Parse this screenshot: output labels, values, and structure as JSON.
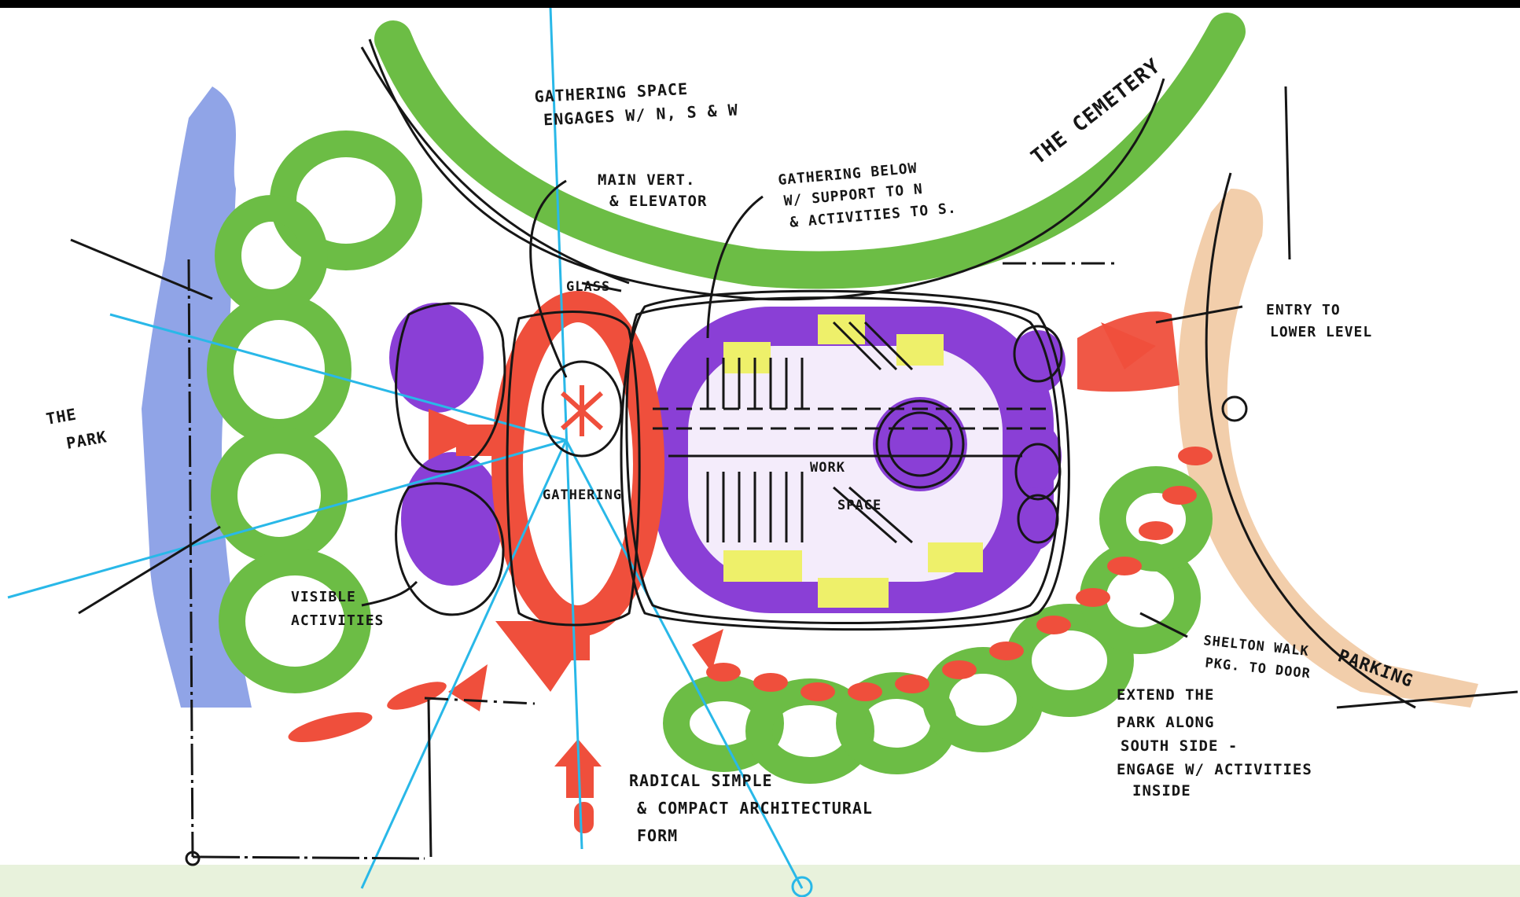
{
  "labels": {
    "gathering_space": [
      "GATHERING SPACE",
      "ENGAGES W/ N, S & W"
    ],
    "the_cemetery": "THE CEMETERY",
    "main_vert": [
      "MAIN VERT.",
      "& ELEVATOR"
    ],
    "gathering_below": [
      "GATHERING BELOW",
      "W/ SUPPORT TO N",
      "& ACTIVITIES TO S."
    ],
    "glass": "GLASS",
    "entry": [
      "ENTRY TO",
      "LOWER LEVEL"
    ],
    "the_park": [
      "THE",
      "PARK"
    ],
    "gathering": "GATHERING",
    "work_space": [
      "WORK",
      "SPACE"
    ],
    "visible_activities": [
      "VISIBLE",
      "ACTIVITIES"
    ],
    "shelton_walk": [
      "SHELTON WALK",
      "PKG. TO DOOR"
    ],
    "parking": "PARKING",
    "extend_park": [
      "EXTEND THE",
      "PARK ALONG",
      "SOUTH SIDE -",
      "ENGAGE W/ ACTIVITIES",
      "INSIDE"
    ],
    "radical": [
      "RADICAL SIMPLE",
      "& COMPACT ARCHITECTURAL",
      "FORM"
    ]
  },
  "colors": {
    "park_green": "#6cbd45",
    "sky_blue": "#7d94e3",
    "marker_purple": "#8a3fd6",
    "marker_red": "#ef4f3c",
    "marker_yellow": "#eef06a",
    "parking_tan": "#f0c59c",
    "cyan_line": "#29b8e8",
    "ink": "#161616"
  }
}
